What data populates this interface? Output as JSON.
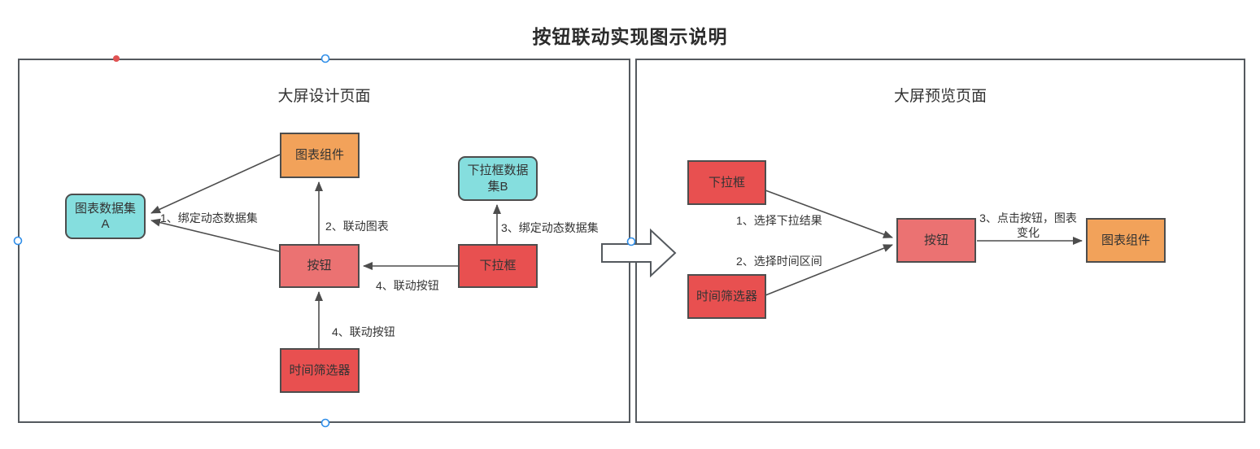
{
  "title": "按钮联动实现图示说明",
  "colors": {
    "orange": "#f2a25a",
    "cyan": "#85dede",
    "salmon": "#eb7272",
    "red": "#e85050",
    "node_border": "#4d4d4d",
    "panel_border": "#54595e",
    "edge_line": "#4d4d4d",
    "text": "#333333",
    "handle_blue": "#2f8ee9",
    "handle_red": "#e05252"
  },
  "panels": {
    "design": {
      "title": "大屏设计页面",
      "nodes": {
        "chart_component": "图表组件",
        "chart_dataset_a": "图表数据集A",
        "dropdown_dataset_b": "下拉框数据集B",
        "button": "按钮",
        "dropdown": "下拉框",
        "time_filter": "时间筛选器"
      },
      "edge_labels": {
        "bind_dataset_1": "1、绑定动态数据集",
        "link_chart_2": "2、联动图表",
        "bind_dataset_3": "3、绑定动态数据集",
        "link_button_4a": "4、联动按钮",
        "link_button_4b": "4、联动按钮"
      }
    },
    "preview": {
      "title": "大屏预览页面",
      "nodes": {
        "dropdown": "下拉框",
        "time_filter": "时间筛选器",
        "button": "按钮",
        "chart_component": "图表组件"
      },
      "edge_labels": {
        "select_dropdown_1": "1、选择下拉结果",
        "select_time_2": "2、选择时间区间",
        "click_button_3": "3、点击按钮，图表变化"
      }
    }
  }
}
